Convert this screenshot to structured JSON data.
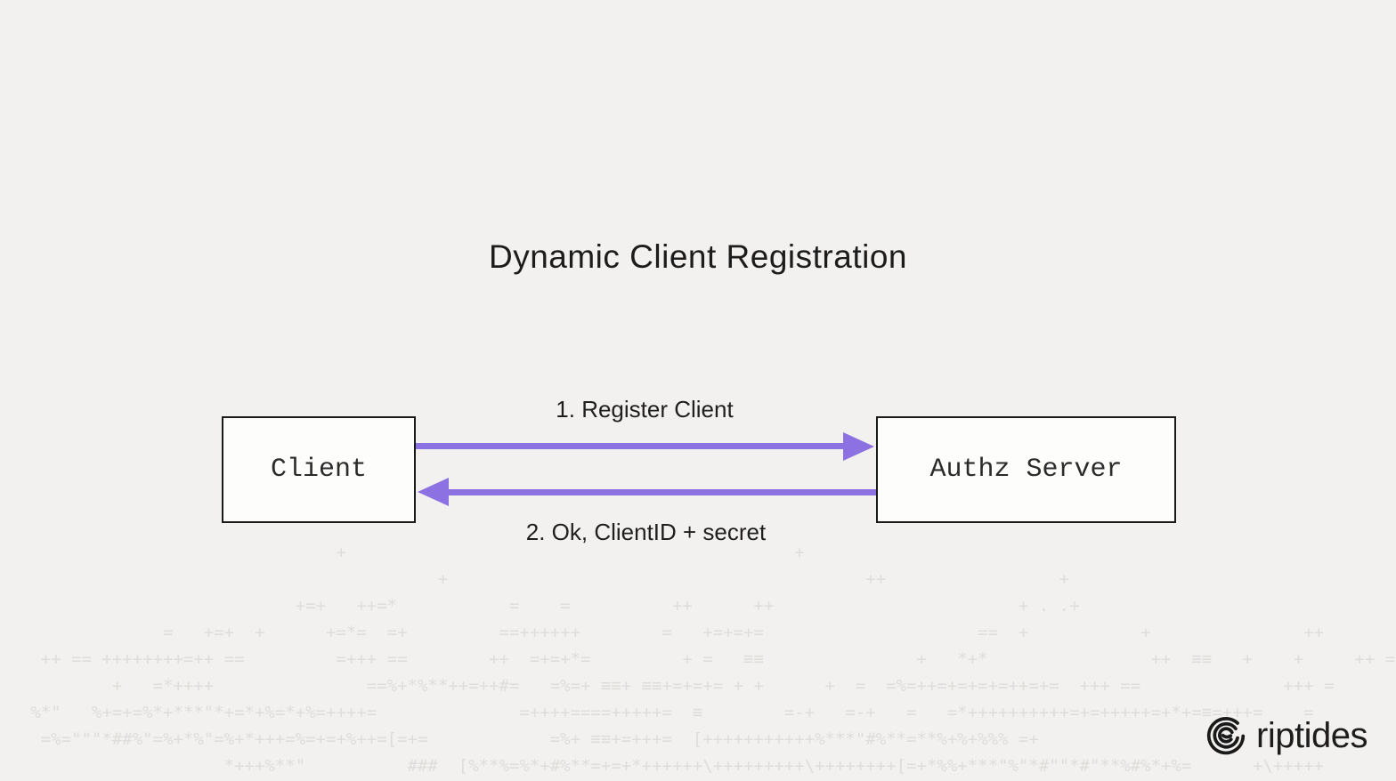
{
  "title": "Dynamic Client Registration",
  "diagram": {
    "nodes": [
      {
        "id": "client",
        "label": "Client"
      },
      {
        "id": "authz",
        "label": "Authz Server"
      }
    ],
    "edges": [
      {
        "from": "client",
        "to": "authz",
        "label": "1. Register Client",
        "direction": "right"
      },
      {
        "from": "authz",
        "to": "client",
        "label": "2. Ok, ClientID + secret",
        "direction": "left"
      }
    ]
  },
  "brand": {
    "name": "riptides",
    "icon": "riptides-swirl-icon"
  },
  "colors": {
    "background": "#F2F1EF",
    "arrow": "#8B71E1",
    "box_border": "#1A1A1A",
    "box_fill": "#FDFDFC",
    "text_primary": "#1C1C1C",
    "ascii_texture": "#DEDDDA"
  },
  "ascii_art": "                                 +                                            +\n                                           +                                         ++                 +\n                             +=+   ++=*           =    =          ++      ++                        + . .+\n                =   +=+  +      +=*=  =+         ==++++++        =   +=+=+=                     ==  +           +               ++\n    ++ == ++++++++=++ ==         =+++ ==        ++  =+=+*=         + =   ≡≡               +   *+*                ++  ≡≡   +    +     ++ =\n           +   =*++++               ==%+*%**++=++#=   =%=+ ≡≡+ ≡≡+=+=+= + +      +  =  =%=++=+=+=+=++=+=  +++ ==              +++ =\n   %*\"   %+=+=%*+***\"*+=*+%=*+%=++++=              =++++====+++++=  ≡        =-+   =-+   =   =*++++++++++=+=+++++=+*+=≡=+++=    =\n    =%=\"\"\"*##%\"=%+*%\"=%+*+++=%=+=+%++=[=+=            =%+ ≡≡+=+++=  [+++++++++++%***\"#%**=**%+%+%%% =+\n                      *+++%**\"          ###  [%**%=%*+#%**=+=+*++++++\\+++++++++\\++++++++[=+*%%+***\"%\"*#\"\"*#\"**%#%*+%=      +\\+++++"
}
